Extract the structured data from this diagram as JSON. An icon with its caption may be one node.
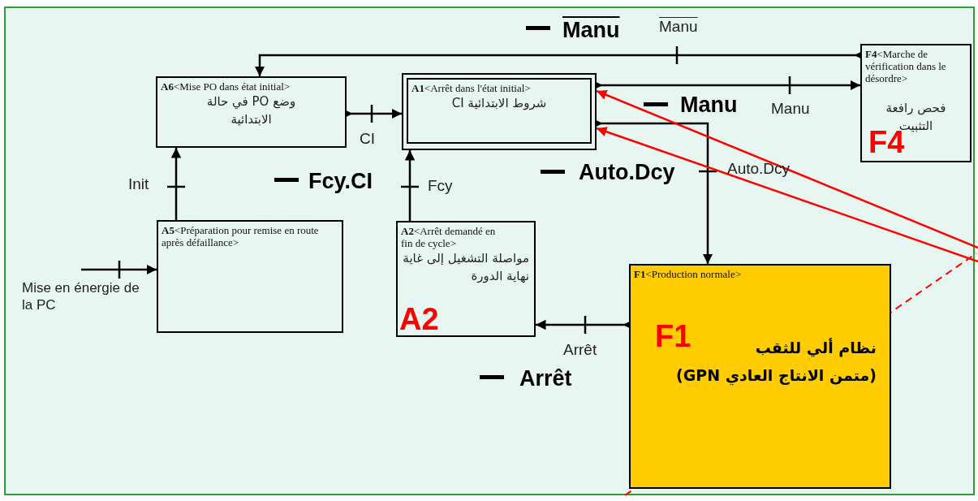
{
  "diagram": {
    "nodes": [
      {
        "text": [
          "**A6**<Mise PO dans état initial>",
          "وضع PO في حالة الابتدائية"
        ]
      },
      {
        "text": [
          "**A1**<Arrêt dans l'état initial>",
          "شروط الابتدائية CI"
        ]
      },
      {
        "text": [
          "**F4**<Marche de vérification dans le désordre>",
          "فحص رافعة التثبيت",
          "F4"
        ]
      },
      {
        "text": [
          "**A5**<Préparation pour remise en route après défaillance>"
        ]
      },
      {
        "text": [
          "**A2**<Arrêt demandé en fin de cycle>",
          "مواصلة التشغيل إلى غاية نهاية الدورة",
          "A2"
        ]
      },
      {
        "text": [
          "**F1**<Production normale>",
          "F1",
          "نظام ألي للثقب",
          "(متمن الانتاج العادي GPN)"
        ]
      },
      {
        "text": [
          "Mise en énergie de la PC"
        ]
      }
    ],
    "edges": [
      {
        "from": 2,
        "to": 0,
        "arrow": "to",
        "label": "Manu"
      },
      {
        "from": 0,
        "to": 1,
        "arrow": "to",
        "label": "CI"
      },
      {
        "from": 1,
        "to": 2,
        "arrow": "to",
        "label": "Manu"
      },
      {
        "from": 1,
        "to": 5,
        "arrow": "to",
        "label": "Auto.Dcy"
      },
      {
        "from": 3,
        "to": 0,
        "arrow": "to",
        "label": "Init"
      },
      {
        "from": 4,
        "to": 1,
        "arrow": "to",
        "label": "Fcy"
      },
      {
        "from": 5,
        "to": 4,
        "arrow": "to",
        "label": "Arrêt"
      },
      {
        "from": 6,
        "to": 3,
        "arrow": "to"
      },
      {
        "from": null,
        "to": 1,
        "arrow": "to",
        "color": "#ff0000"
      },
      {
        "from": null,
        "to": 1,
        "arrow": "to",
        "color": "#ff0000"
      }
    ],
    "labels": [
      "Manu",
      "Manu",
      "Fcy.CI",
      "Auto.Dcy",
      "Arrêt"
    ]
  }
}
